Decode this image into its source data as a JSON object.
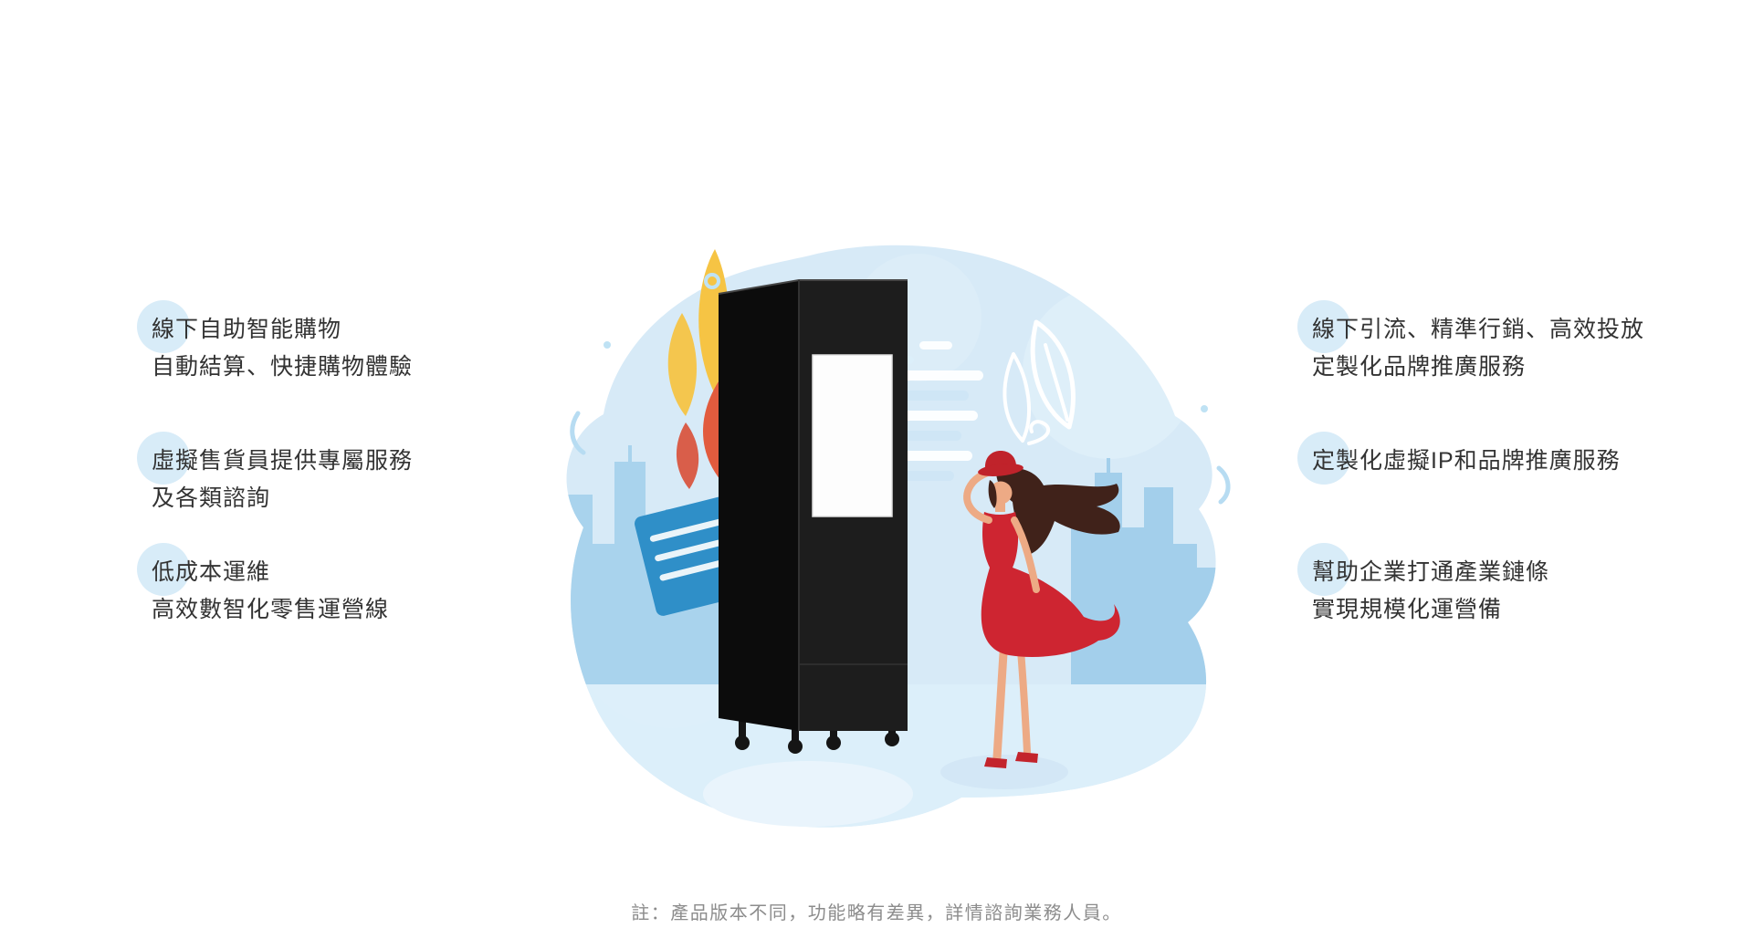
{
  "features_left": [
    {
      "lines": [
        "線下自助智能購物",
        "自動結算、快捷購物體驗"
      ]
    },
    {
      "lines": [
        "虛擬售貨員提供專屬服務",
        "及各類諮詢"
      ]
    },
    {
      "lines": [
        "低成本運維",
        "高效數智化零售運營線"
      ]
    }
  ],
  "features_right": [
    {
      "lines": [
        "線下引流、精準行銷、高效投放",
        "定製化品牌推廣服務"
      ]
    },
    {
      "lines": [
        "定製化虛擬IP和品牌推廣服務"
      ]
    },
    {
      "lines": [
        "幫助企業打通產業鏈條",
        "實現規模化運營備"
      ]
    }
  ],
  "note": "註：產品版本不同，功能略有差異，詳情諮詢業務人員。",
  "colors": {
    "text": "#333333",
    "note_text": "#8c8c8c",
    "highlight_blob": "#d8ecf8",
    "background_blob": "#d7eaf7",
    "skyline_left": "#a9d3ed",
    "skyline_right": "#a3cfeb",
    "machine_front": "#1d1d1d",
    "machine_side": "#0c0c0c",
    "screen_white": "#fdfdfd",
    "sign_blue": "#2f8fc8",
    "leaf_yellow": "#f6c444",
    "leaf_orange": "#e25b3e",
    "dress_red": "#ce2531",
    "hat_red": "#c0232b",
    "skin": "#edaa85",
    "hair_brown": "#40221a"
  }
}
